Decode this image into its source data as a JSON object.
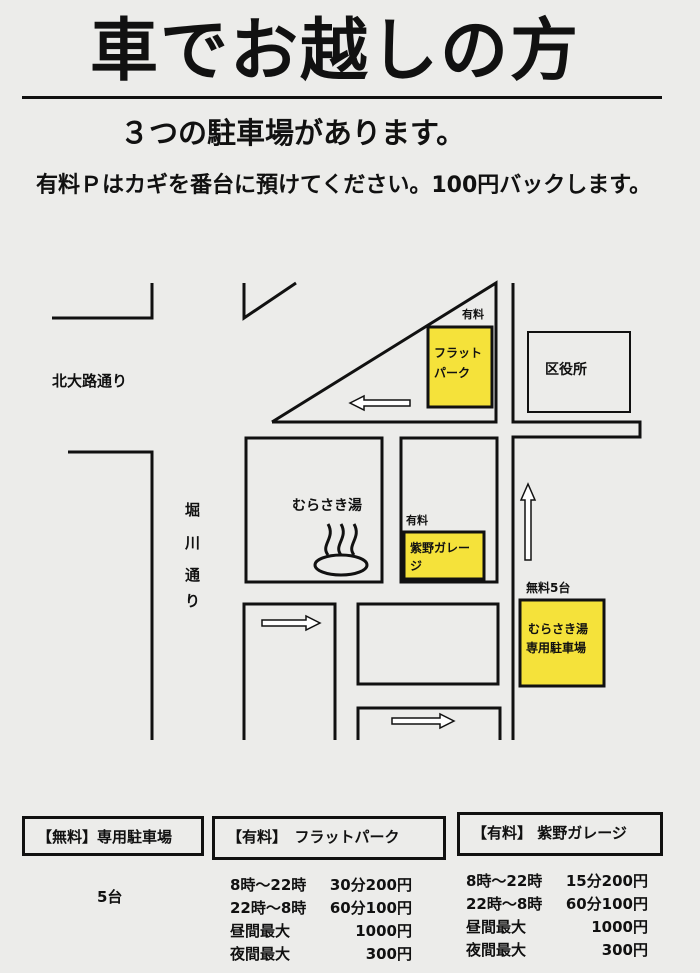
{
  "title": "車でお越しの方",
  "subtitle": "３つの駐車場があります。",
  "notice": "有料Ｐはカギを番台に預けてください。100円バックします。",
  "map": {
    "street_north": "北大路通り",
    "street_horikawa": "堀川通り",
    "ward_office": "区役所",
    "bathhouse": "むらさき湯",
    "lot_flat_tag": "有料",
    "lot_flat_name": "フラット\nパーク",
    "lot_shino_tag": "有料",
    "lot_shino_name": "紫野ガレー\nジ",
    "lot_free_tag": "無料5台",
    "lot_free_name": "むらさき湯\n専用駐車場",
    "colors": {
      "lot_fill": "#f5e23a",
      "ink": "#111111"
    }
  },
  "tables": {
    "free": {
      "header": "【無料】専用駐車場",
      "count": "5台"
    },
    "flat": {
      "header": "【有料】　フラットパーク",
      "rates": [
        {
          "label": "8時～22時",
          "value": "30分200円"
        },
        {
          "label": "22時～8時",
          "value": "60分100円"
        },
        {
          "label": "昼間最大",
          "value": "1000円"
        },
        {
          "label": "夜間最大",
          "value": "300円"
        }
      ]
    },
    "shino": {
      "header": "【有料】 紫野ガレージ",
      "rates": [
        {
          "label": "8時～22時",
          "value": "15分200円"
        },
        {
          "label": "22時～8時",
          "value": "60分100円"
        },
        {
          "label": "昼間最大",
          "value": "1000円"
        },
        {
          "label": "夜間最大",
          "value": "300円"
        }
      ]
    }
  }
}
